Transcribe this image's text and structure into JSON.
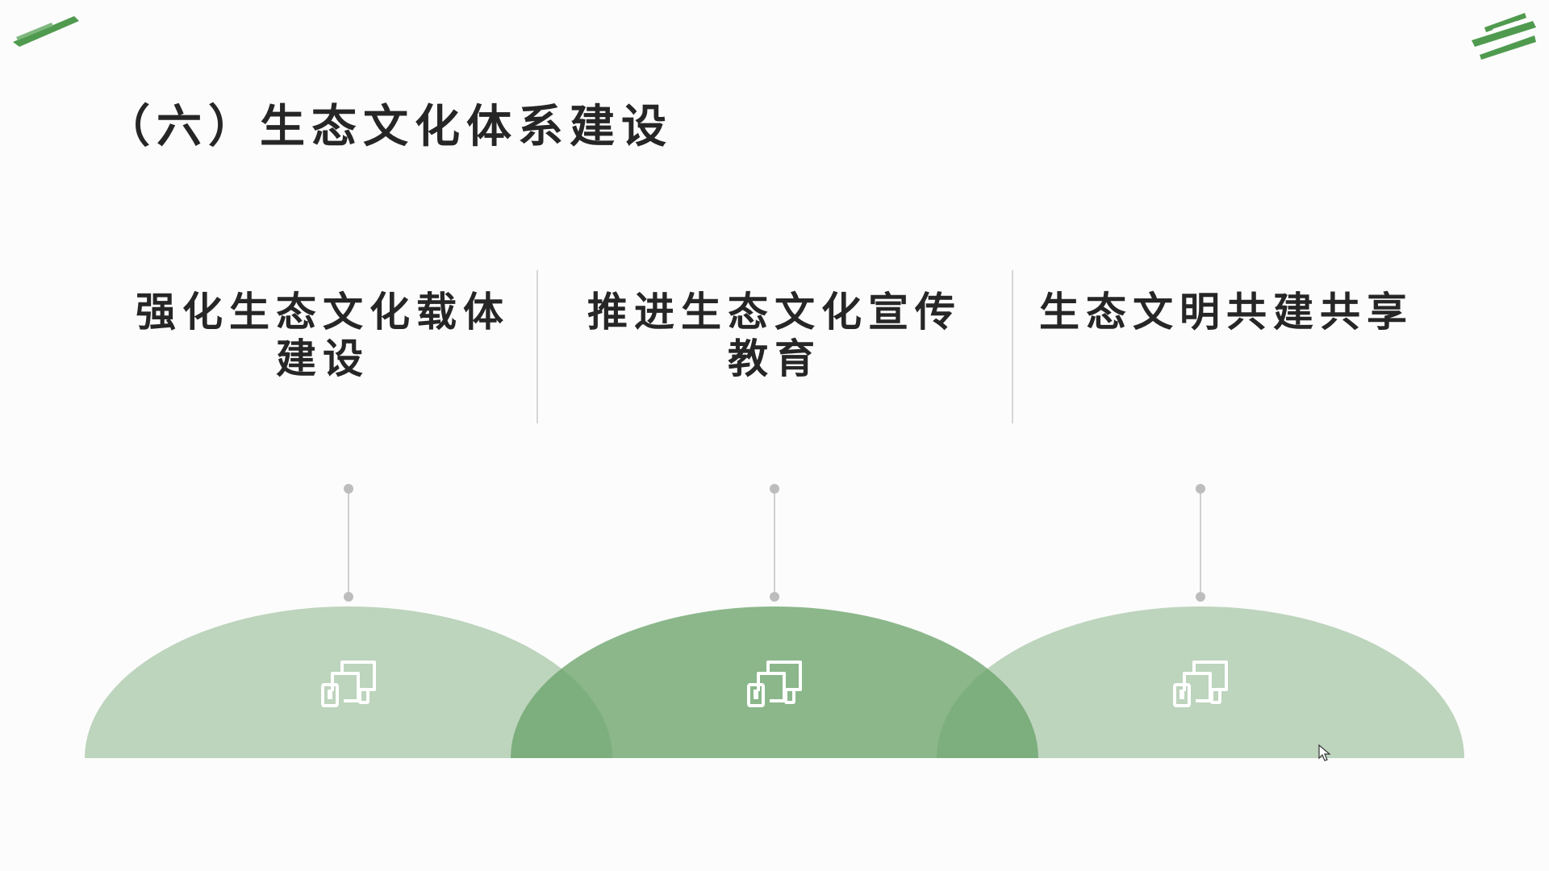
{
  "slide": {
    "title": "（六）生态文化体系建设",
    "columns": [
      {
        "heading": "强化生态文化载体建设",
        "icon": "devices-icon"
      },
      {
        "heading": "推进生态文化宣传教育",
        "icon": "devices-icon"
      },
      {
        "heading": "生态文明共建共享",
        "icon": "devices-icon"
      }
    ]
  },
  "colors": {
    "light_green": "#bdd4bd",
    "dark_green": "#6aa36a",
    "brand_green": "#4f9a4f",
    "text": "#262626"
  }
}
